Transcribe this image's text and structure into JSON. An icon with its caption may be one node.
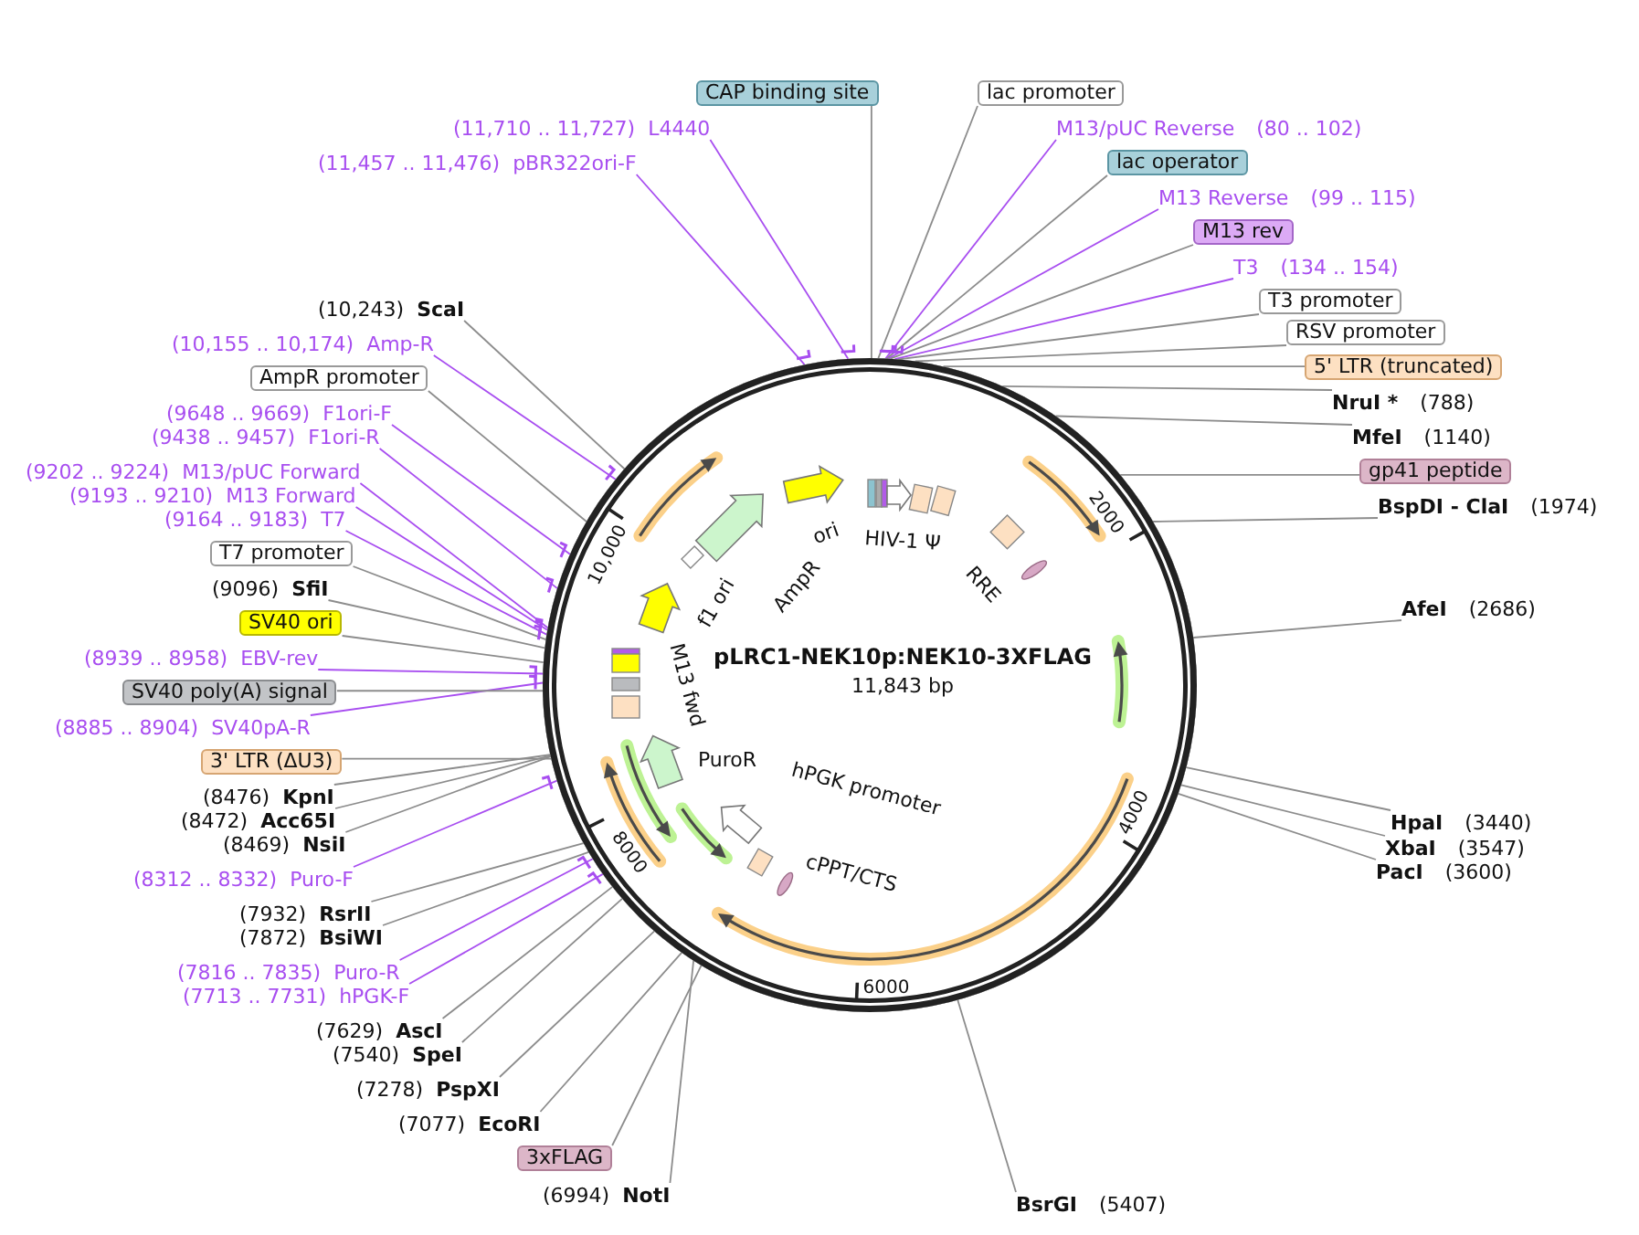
{
  "diagram": {
    "nodes": [
      {
        "text": [
          "pLRC1-NEK10p:NEK10-3XFLAG",
          "11,843 bp"
        ]
      },
      {
        "text": [
          "HIV-1 Ψ"
        ],
        "in": 0
      },
      {
        "text": [
          "RRE"
        ],
        "in": 0
      },
      {
        "text": [
          "hPGK promoter"
        ],
        "in": 0
      },
      {
        "text": [
          "cPPT/CTS"
        ],
        "in": 0
      },
      {
        "text": [
          "PuroR"
        ],
        "in": 0
      },
      {
        "text": [
          "M13 fwd"
        ],
        "in": 0
      },
      {
        "text": [
          "f1 ori"
        ],
        "in": 0
      },
      {
        "text": [
          "AmpR"
        ],
        "in": 0
      },
      {
        "text": [
          "ori"
        ],
        "in": 0
      },
      {
        "text": [
          "CAP binding site"
        ]
      },
      {
        "text": [
          "lac promoter"
        ]
      },
      {
        "text": [
          "M13/pUC Reverse",
          "(80 .. 102)"
        ]
      },
      {
        "text": [
          "lac operator"
        ]
      },
      {
        "text": [
          "M13 Reverse",
          "(99 .. 115)"
        ]
      },
      {
        "text": [
          "M13 rev"
        ]
      },
      {
        "text": [
          "T3",
          "(134 .. 154)"
        ]
      },
      {
        "text": [
          "T3 promoter"
        ]
      },
      {
        "text": [
          "RSV promoter"
        ]
      },
      {
        "text": [
          "5' LTR (truncated)"
        ]
      },
      {
        "text": [
          "NruI *",
          "(788)"
        ]
      },
      {
        "text": [
          "MfeI",
          "(1140)"
        ]
      },
      {
        "text": [
          "gp41 peptide"
        ]
      },
      {
        "text": [
          "BspDI - ClaI",
          "(1974)"
        ]
      },
      {
        "text": [
          "AfeI",
          "(2686)"
        ]
      },
      {
        "text": [
          "HpaI",
          "(3440)"
        ]
      },
      {
        "text": [
          "XbaI",
          "(3547)"
        ]
      },
      {
        "text": [
          "PacI",
          "(3600)"
        ]
      },
      {
        "text": [
          "BsrGI",
          "(5407)"
        ]
      },
      {
        "text": [
          "(6994)",
          "NotI"
        ]
      },
      {
        "text": [
          "3xFLAG"
        ]
      },
      {
        "text": [
          "(7077)",
          "EcoRI"
        ]
      },
      {
        "text": [
          "(7278)",
          "PspXI"
        ]
      },
      {
        "text": [
          "(7540)",
          "SpeI"
        ]
      },
      {
        "text": [
          "(7629)",
          "AscI"
        ]
      },
      {
        "text": [
          "(7713 .. 7731)",
          "hPGK-F"
        ]
      },
      {
        "text": [
          "(7816 .. 7835)",
          "Puro-R"
        ]
      },
      {
        "text": [
          "(7872)",
          "BsiWI"
        ]
      },
      {
        "text": [
          "(7932)",
          "RsrII"
        ]
      },
      {
        "text": [
          "(8312 .. 8332)",
          "Puro-F"
        ]
      },
      {
        "text": [
          "(8469)",
          "NsiI"
        ]
      },
      {
        "text": [
          "(8472)",
          "Acc65I"
        ]
      },
      {
        "text": [
          "(8476)",
          "KpnI"
        ]
      },
      {
        "text": [
          "3' LTR (ΔU3)"
        ]
      },
      {
        "text": [
          "(8885 .. 8904)",
          "SV40pA-R"
        ]
      },
      {
        "text": [
          "SV40 poly(A) signal"
        ]
      },
      {
        "text": [
          "(8939 .. 8958)",
          "EBV-rev"
        ]
      },
      {
        "text": [
          "SV40 ori"
        ]
      },
      {
        "text": [
          "(9096)",
          "SfiI"
        ]
      },
      {
        "text": [
          "T7 promoter"
        ]
      },
      {
        "text": [
          "(9164 .. 9183)",
          "T7"
        ]
      },
      {
        "text": [
          "(9193 .. 9210)",
          "M13 Forward"
        ]
      },
      {
        "text": [
          "(9202 .. 9224)",
          "M13/pUC Forward"
        ]
      },
      {
        "text": [
          "(9438 .. 9457)",
          "F1ori-R"
        ]
      },
      {
        "text": [
          "(9648 .. 9669)",
          "F1ori-F"
        ]
      },
      {
        "text": [
          "AmpR promoter"
        ]
      },
      {
        "text": [
          "(10,155 .. 10,174)",
          "Amp-R"
        ]
      },
      {
        "text": [
          "(10,243)",
          "ScaI"
        ]
      },
      {
        "text": [
          "(11,457 .. 11,476)",
          "pBR322ori-F"
        ]
      },
      {
        "text": [
          "(11,710 .. 11,727)",
          "L4440"
        ]
      }
    ],
    "edges": [
      {
        "from": 10,
        "to": 0,
        "arrow": "none"
      },
      {
        "from": 11,
        "to": 0,
        "arrow": "none"
      },
      {
        "from": 12,
        "to": 0,
        "arrow": "none",
        "color": "#a84ef0"
      },
      {
        "from": 13,
        "to": 0,
        "arrow": "none"
      },
      {
        "from": 14,
        "to": 0,
        "arrow": "none",
        "color": "#a84ef0"
      },
      {
        "from": 15,
        "to": 0,
        "arrow": "none"
      },
      {
        "from": 16,
        "to": 0,
        "arrow": "none",
        "color": "#a84ef0"
      },
      {
        "from": 17,
        "to": 0,
        "arrow": "none"
      },
      {
        "from": 18,
        "to": 0,
        "arrow": "none"
      },
      {
        "from": 19,
        "to": 0,
        "arrow": "none"
      },
      {
        "from": 20,
        "to": 0,
        "arrow": "none"
      },
      {
        "from": 21,
        "to": 0,
        "arrow": "none"
      },
      {
        "from": 22,
        "to": 0,
        "arrow": "none"
      },
      {
        "from": 23,
        "to": 0,
        "arrow": "none"
      },
      {
        "from": 24,
        "to": 0,
        "arrow": "none"
      },
      {
        "from": 25,
        "to": 0,
        "arrow": "none"
      },
      {
        "from": 26,
        "to": 0,
        "arrow": "none"
      },
      {
        "from": 27,
        "to": 0,
        "arrow": "none"
      },
      {
        "from": 28,
        "to": 0,
        "arrow": "none"
      },
      {
        "from": 29,
        "to": 0,
        "arrow": "none"
      },
      {
        "from": 30,
        "to": 0,
        "arrow": "none"
      },
      {
        "from": 31,
        "to": 0,
        "arrow": "none"
      },
      {
        "from": 32,
        "to": 0,
        "arrow": "none"
      },
      {
        "from": 33,
        "to": 0,
        "arrow": "none"
      },
      {
        "from": 34,
        "to": 0,
        "arrow": "none"
      },
      {
        "from": 35,
        "to": 0,
        "arrow": "none",
        "color": "#a84ef0"
      },
      {
        "from": 36,
        "to": 0,
        "arrow": "none",
        "color": "#a84ef0"
      },
      {
        "from": 37,
        "to": 0,
        "arrow": "none"
      },
      {
        "from": 38,
        "to": 0,
        "arrow": "none"
      },
      {
        "from": 39,
        "to": 0,
        "arrow": "none",
        "color": "#a84ef0"
      },
      {
        "from": 40,
        "to": 0,
        "arrow": "none"
      },
      {
        "from": 41,
        "to": 0,
        "arrow": "none"
      },
      {
        "from": 42,
        "to": 0,
        "arrow": "none"
      },
      {
        "from": 43,
        "to": 0,
        "arrow": "none"
      },
      {
        "from": 44,
        "to": 0,
        "arrow": "none",
        "color": "#a84ef0"
      },
      {
        "from": 45,
        "to": 0,
        "arrow": "none"
      },
      {
        "from": 46,
        "to": 0,
        "arrow": "none",
        "color": "#a84ef0"
      },
      {
        "from": 47,
        "to": 0,
        "arrow": "none"
      },
      {
        "from": 48,
        "to": 0,
        "arrow": "none"
      },
      {
        "from": 49,
        "to": 0,
        "arrow": "none"
      },
      {
        "from": 50,
        "to": 0,
        "arrow": "none",
        "color": "#a84ef0"
      },
      {
        "from": 51,
        "to": 0,
        "arrow": "none",
        "color": "#a84ef0"
      },
      {
        "from": 52,
        "to": 0,
        "arrow": "none",
        "color": "#a84ef0"
      },
      {
        "from": 53,
        "to": 0,
        "arrow": "none",
        "color": "#a84ef0"
      },
      {
        "from": 54,
        "to": 0,
        "arrow": "none",
        "color": "#a84ef0"
      },
      {
        "from": 55,
        "to": 0,
        "arrow": "none"
      },
      {
        "from": 56,
        "to": 0,
        "arrow": "none",
        "color": "#a84ef0"
      },
      {
        "from": 57,
        "to": 0,
        "arrow": "none"
      },
      {
        "from": 58,
        "to": 0,
        "arrow": "none",
        "color": "#a84ef0"
      },
      {
        "from": 59,
        "to": 0,
        "arrow": "none",
        "color": "#a84ef0"
      }
    ],
    "labels": [
      "2000",
      "4000",
      "6000",
      "8000",
      "10,000"
    ]
  }
}
